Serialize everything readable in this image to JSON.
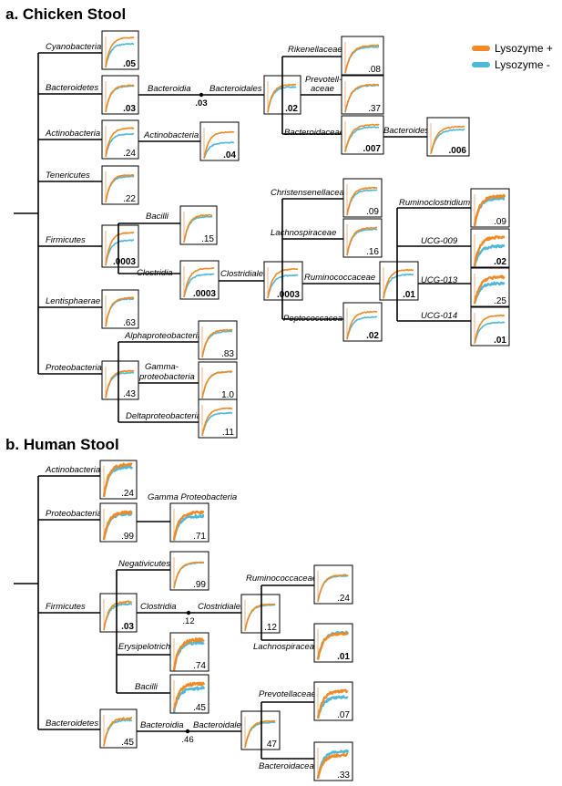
{
  "colors": {
    "lysozyme_plus": "#f08a24",
    "lysozyme_minus": "#4fb8d6",
    "line": "#000000"
  },
  "legend": {
    "plus": "Lysozyme +",
    "minus": "Lysozyme -"
  },
  "panels": [
    {
      "title": "a. Chicken Stool",
      "labels": [
        "Cyanobacteria",
        "Bacteroidetes",
        "Bacteroidia",
        "Bacteroidales",
        "Rikenellaceae",
        "Prevotell-",
        "aceae",
        "Bacteroidaceae",
        "Bacteroides",
        "Actinobacteria",
        "Actinobacteria",
        "Tenericutes",
        "Firmicutes",
        "Bacilli",
        "Clostridia",
        "Clostridiales",
        "Christensenellaceae",
        "Lachnospiraceae",
        "Ruminococcaceae",
        "Peptococcaceae",
        "Ruminoclostridium-5",
        "UCG-009",
        "UCG-013",
        "UCG-014",
        "Lentisphaerae",
        "Proteobacteria",
        "Alphaproteobacteria",
        "Gamma-",
        "proteobacteria",
        "Deltaproteobacteria"
      ],
      "values": [
        ".05",
        ".03",
        ".02",
        ".08",
        ".37",
        ".007",
        ".006",
        ".24",
        ".04",
        ".22",
        ".0003",
        ".15",
        ".0003",
        ".0003",
        ".09",
        ".16",
        ".02",
        ".01",
        ".09",
        ".02",
        ".25",
        ".01",
        ".63",
        ".43",
        ".83",
        "1.0",
        ".11"
      ],
      "node_values": [
        ".03"
      ]
    },
    {
      "title": "b. Human Stool",
      "labels": [
        "Actinobacteria",
        "Proteobacteria",
        "Gamma Proteobacteria",
        "Negativicutes",
        "Firmicutes",
        "Clostridia",
        "Clostridiales",
        "Ruminococcaceae",
        "Lachnospiraceae",
        "Erysipelotrichia",
        "Bacilli",
        "Bacteroidetes",
        "Bacteroidia",
        "Bacteroidales",
        "Prevotellaceae",
        "Bacteroidaceae"
      ],
      "values": [
        ".24",
        ".99",
        ".71",
        ".99",
        ".03",
        ".12",
        ".24",
        ".01",
        ".74",
        ".45",
        ".45",
        "47",
        ".07",
        ".33"
      ],
      "node_values": [
        ".12",
        ".46"
      ]
    }
  ]
}
